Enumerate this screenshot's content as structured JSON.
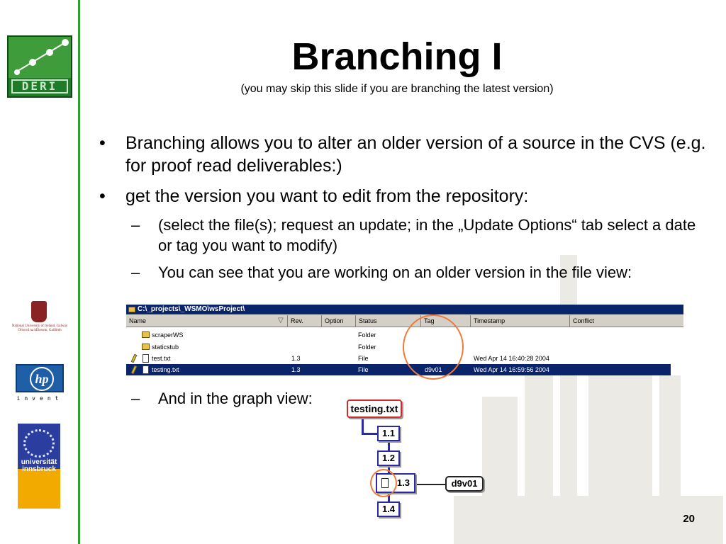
{
  "slide": {
    "title": "Branching I",
    "subtitle": "(you may skip this slide if you are branching the latest version)",
    "page_number": "20"
  },
  "sidebar": {
    "deri_label": "DERI",
    "nuig_text": "National University of Ireland, Galway",
    "nuig_subtext": "Ollscoil na hÉireann, Gaillimh",
    "hp_text": "hp",
    "hp_tagline": "invent",
    "innsbruck_text": "universität innsbruck"
  },
  "bullets": [
    {
      "mark": "•",
      "text": "Branching allows you to alter an older version of a source in the CVS (e.g. for proof read deliverables:)"
    },
    {
      "mark": "•",
      "text": "get the version you want to edit from the repository:"
    }
  ],
  "subbullets": [
    {
      "mark": "–",
      "text": "(select the file(s); request an update; in the „Update Options“ tab select a date or tag you want to modify)"
    },
    {
      "mark": "–",
      "text": "You can see that you are working on an older version in the file view:"
    },
    {
      "mark": "–",
      "text": "And in the graph view:"
    }
  ],
  "file_view": {
    "path": "C:\\_projects\\_WSMO\\wsProject\\",
    "columns": [
      "Name",
      "Rev.",
      "Option",
      "Status",
      "Tag",
      "Timestamp",
      "Conflict"
    ],
    "rows": [
      {
        "name": "scraperWS",
        "rev": "",
        "option": "",
        "status": "Folder",
        "tag": "",
        "timestamp": "",
        "conflict": ""
      },
      {
        "name": "staticstub",
        "rev": "",
        "option": "",
        "status": "Folder",
        "tag": "",
        "timestamp": "",
        "conflict": ""
      },
      {
        "name": "test.txt",
        "rev": "1.3",
        "option": "",
        "status": "File",
        "tag": "",
        "timestamp": "Wed Apr 14 16:40:28 2004",
        "conflict": ""
      },
      {
        "name": "testing.txt",
        "rev": "1.3",
        "option": "",
        "status": "File",
        "tag": "d9v01",
        "timestamp": "Wed Apr 14 16:59:56 2004",
        "conflict": ""
      }
    ]
  },
  "graph_view": {
    "root": "testing.txt",
    "revisions": [
      "1.1",
      "1.2",
      "1.3",
      "1.4"
    ],
    "tag": "d9v01"
  },
  "colors": {
    "sidebar_line": "#2e9e2e",
    "highlight_circle": "#f07a3a",
    "selection": "#0a246a"
  }
}
